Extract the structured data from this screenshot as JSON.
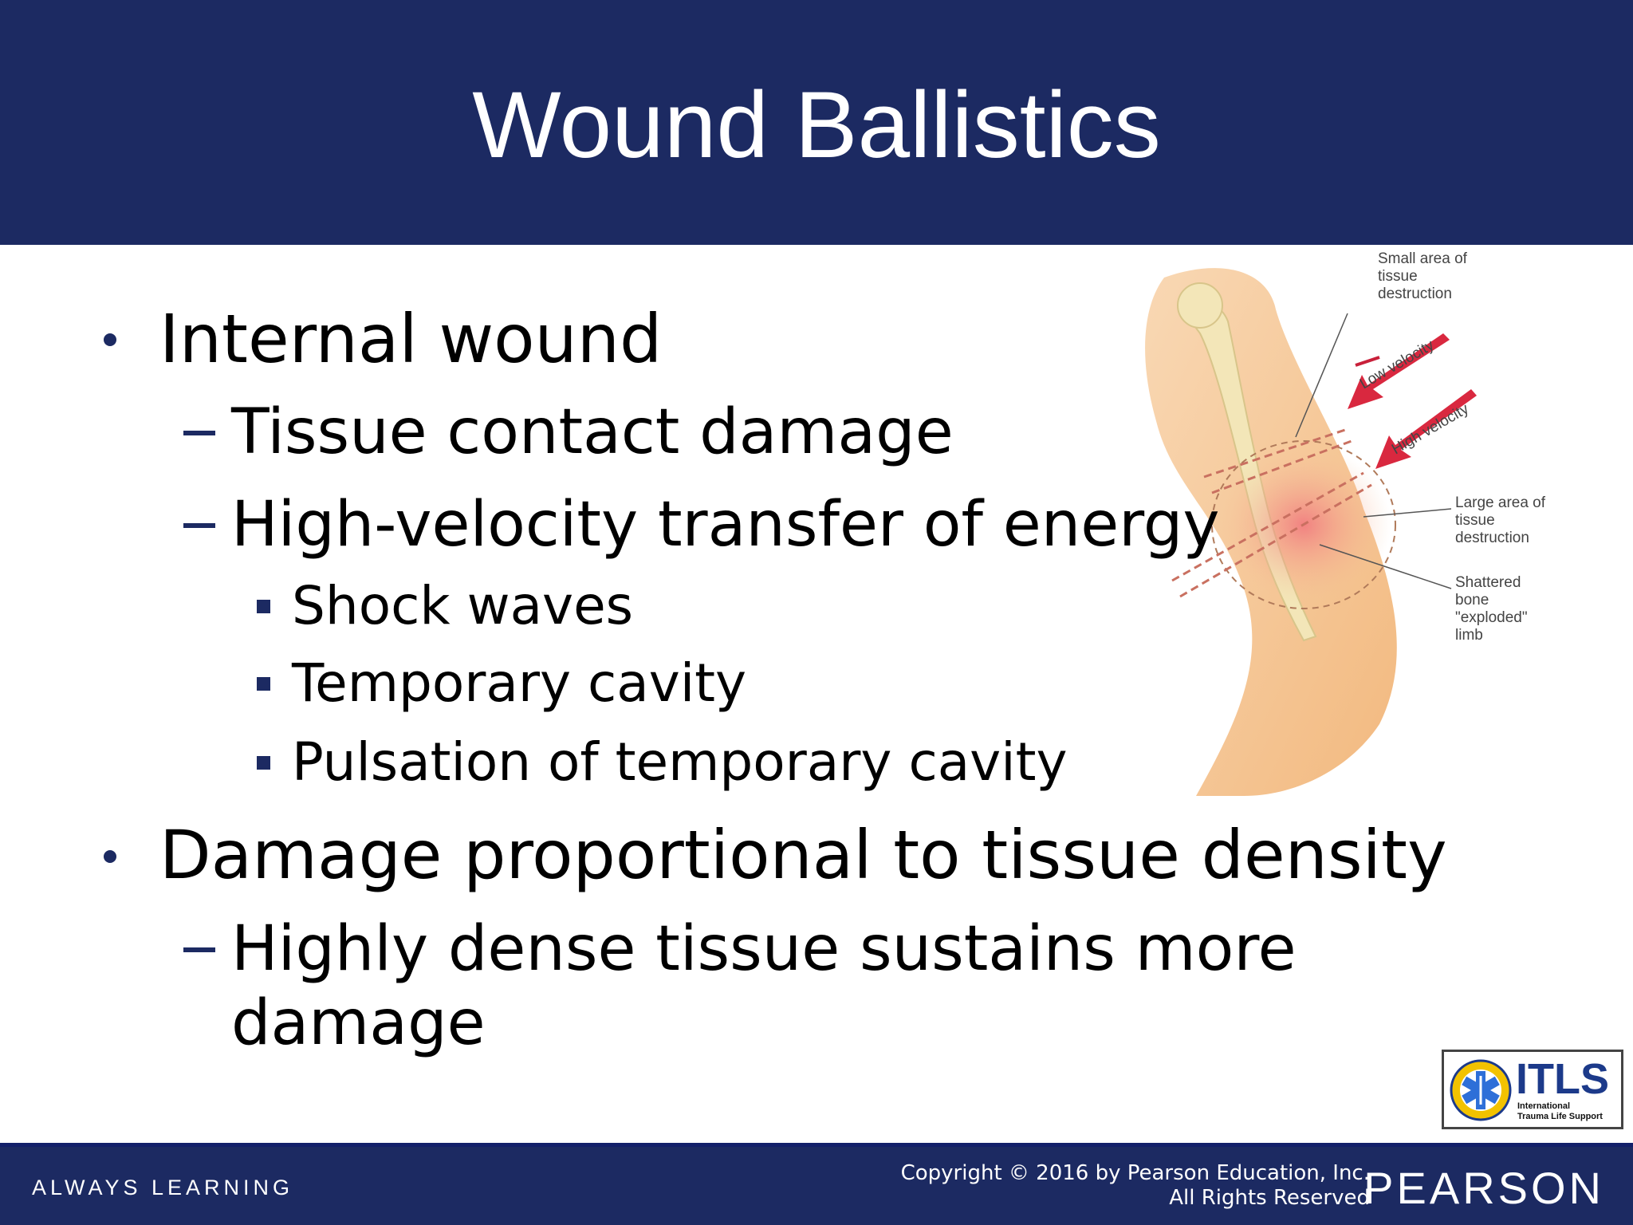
{
  "slide": {
    "title": "Wound Ballistics"
  },
  "bullets": [
    {
      "text": "Internal wound"
    },
    {
      "text": "Tissue contact damage"
    },
    {
      "text": "High-velocity transfer of energy"
    },
    {
      "text": "Shock waves"
    },
    {
      "text": "Temporary cavity"
    },
    {
      "text": "Pulsation of temporary cavity"
    },
    {
      "text": "Damage proportional to tissue density"
    },
    {
      "text": "Highly dense tissue sustains more"
    },
    {
      "text": "damage"
    }
  ],
  "figure": {
    "labels": {
      "small_area": [
        "Small area of",
        "tissue",
        "destruction"
      ],
      "low_velocity": "Low velocity",
      "high_velocity": "High velocity",
      "large_area": [
        "Large area of",
        "tissue",
        "destruction"
      ],
      "shattered": [
        "Shattered",
        "bone",
        "\"exploded\"",
        "limb"
      ]
    }
  },
  "logo": {
    "name": "ITLS",
    "sub1": "International",
    "sub2": "Trauma Life Support"
  },
  "footer": {
    "tagline": "ALWAYS LEARNING",
    "copyright1": "Copyright © 2016 by Pearson Education, Inc.",
    "copyright2": "All Rights Reserved",
    "brand": "PEARSON"
  },
  "colors": {
    "navy": "#1c2a62",
    "wound": "#e84a5f",
    "skin": "#f6c79a"
  }
}
